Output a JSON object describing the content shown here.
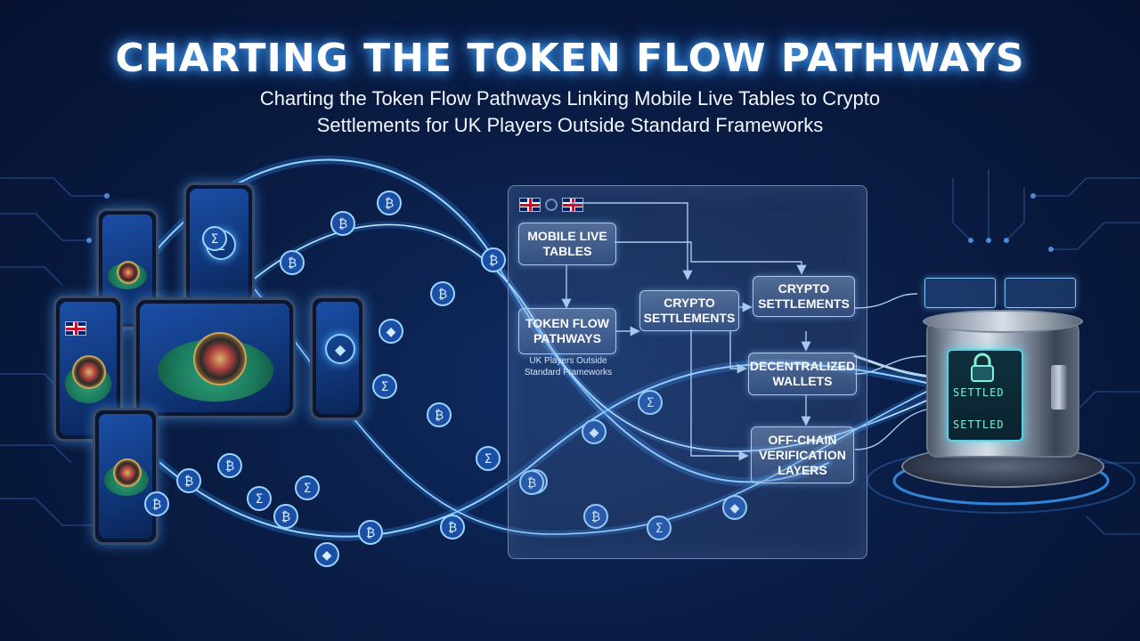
{
  "header": {
    "title": "CHARTING THE TOKEN FLOW PATHWAYS",
    "subtitle_line1": "Charting the Token Flow Pathways Linking Mobile Live Tables to Crypto",
    "subtitle_line2": "Settlements for UK Players Outside Standard Frameworks"
  },
  "diagram": {
    "nodes": {
      "mobile_live_tables": "MOBILE LIVE TABLES",
      "token_flow_pathways": "TOKEN FLOW PATHWAYS",
      "crypto_settlements_a": "CRYPTO SETTLEMENTS",
      "crypto_settlements_b": "CRYPTO SETTLEMENTS",
      "decentralized_wallets": "DECENTRALIZED WALLETS",
      "off_chain_verification": "OFF-CHAIN VERIFICATION LAYERS"
    },
    "note_line1": "UK Players Outside",
    "note_line2": "Standard Frameworks"
  },
  "vault": {
    "screen_label_top": "SETTLED",
    "screen_label_bottom": "SETTLED"
  },
  "icons": {
    "bitcoin": "₿",
    "sigma": "Σ",
    "ethereum": "◆"
  },
  "colors": {
    "accent_glow": "#4aa8ff",
    "vault_screen": "#56d0e6",
    "background": "#0a1d45"
  }
}
